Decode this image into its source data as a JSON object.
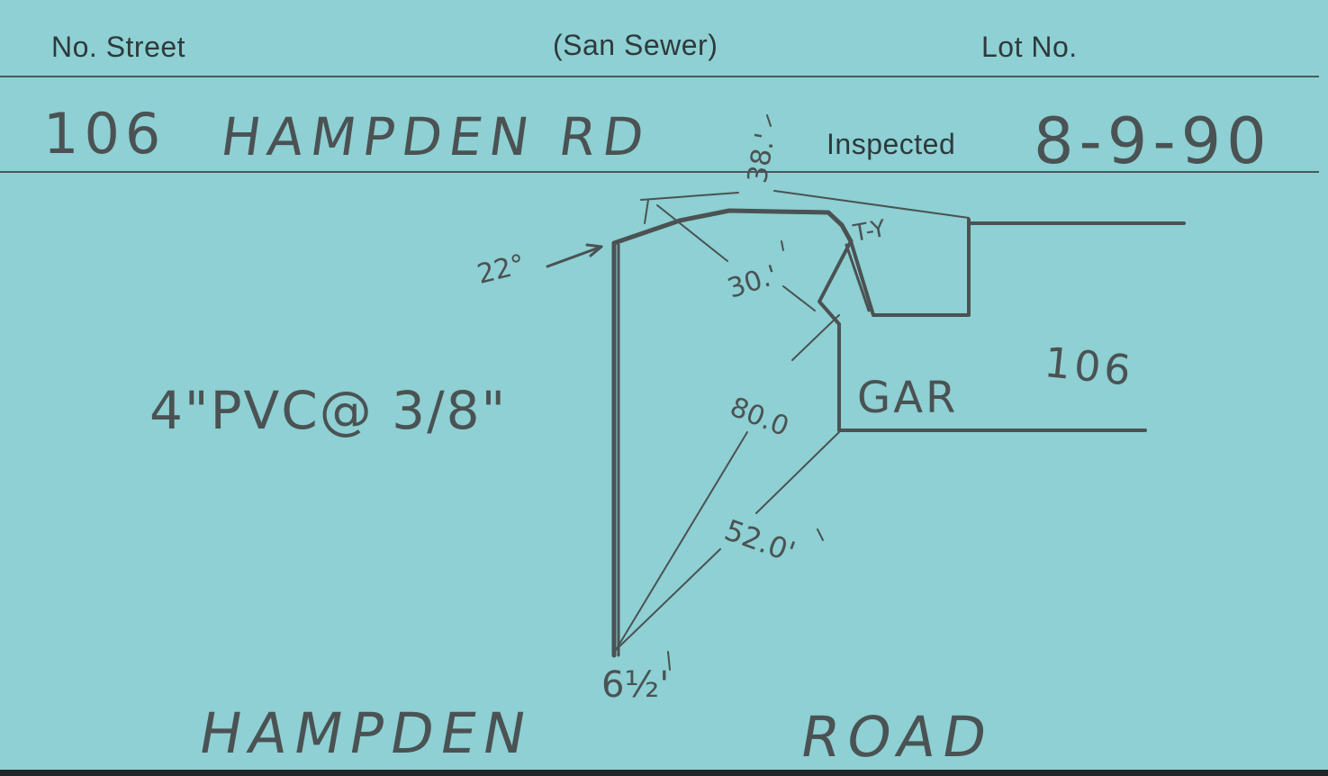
{
  "card": {
    "header": {
      "no_street_label": "No. Street",
      "type_label": "(San Sewer)",
      "lot_label": "Lot No.",
      "inspected_label": "Inspected"
    },
    "entry": {
      "number": "106",
      "street": "HAMPDEN  RD",
      "inspected_date": "8-9-90"
    },
    "sketch": {
      "pipe_note": "4\"PVC@ 3/8\"",
      "angle": "22°",
      "dim_top": "38.'",
      "dim_mid": "30.'",
      "dim_80": "80.0",
      "dim_52": "52.0'",
      "depth": "6½'",
      "tie_label": "T-Y",
      "garage": "GAR",
      "house_number": "106",
      "road_name_1": "HAMPDEN",
      "road_name_2": "ROAD"
    },
    "colors": {
      "card": "#8ed0d3",
      "ink": "#4b5253",
      "print": "#2e3a3c"
    }
  }
}
